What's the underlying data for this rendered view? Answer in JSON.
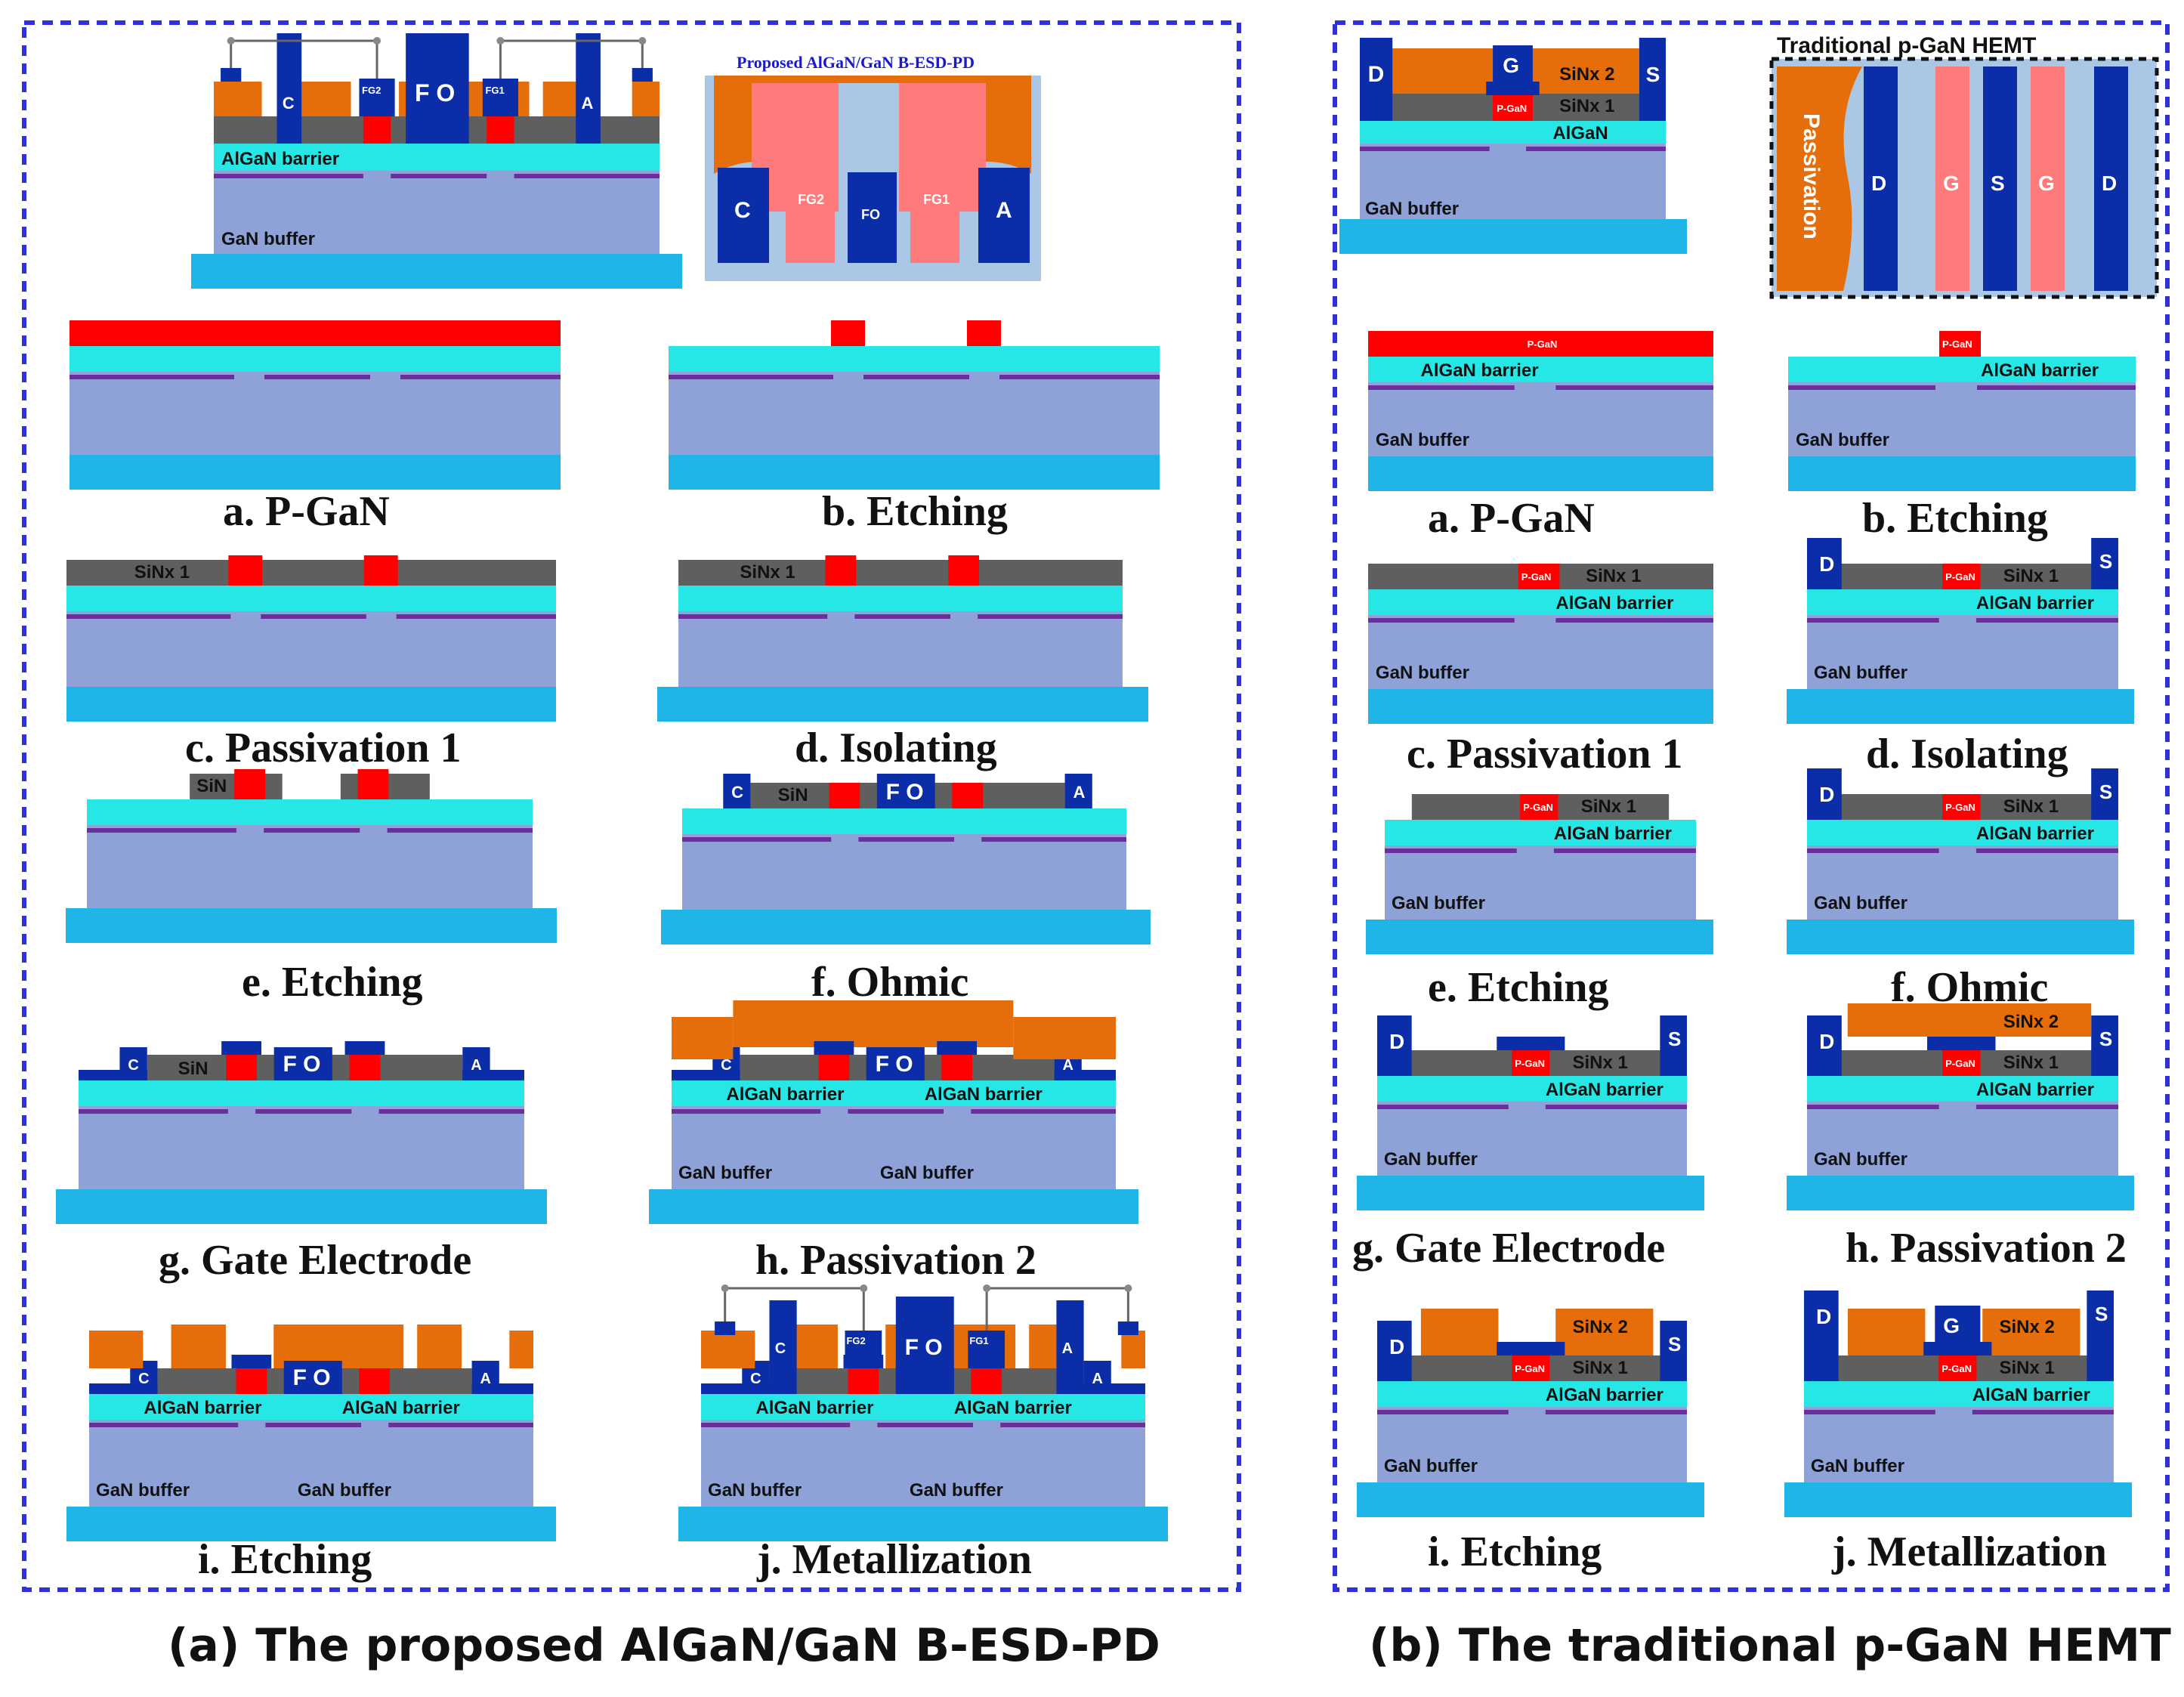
{
  "colors": {
    "substrate": "#1fb5e6",
    "buffer": "#8ea2d8",
    "barrier": "#26e6e6",
    "twodeg": "#6a2f9c",
    "pgan": "#ff0000",
    "sin1": "#5f5f5f",
    "sin2": "#e56e0a",
    "metal": "#0b2ea8",
    "fg_top": "#ff7a7a",
    "topview_bg": "#aac8e6",
    "frame": "#3030dd"
  },
  "proposed": {
    "caption": "(a) The proposed AlGaN/GaN B-ESD-PD",
    "hero": {
      "barrier_label": "AlGaN barrier",
      "buffer_label": "GaN buffer",
      "electrodes": {
        "c": "C",
        "fg2": "FG2",
        "fo": "F O",
        "fg1": "FG1",
        "a": "A"
      }
    },
    "topview": {
      "title": "Proposed AlGaN/GaN B-ESD-PD",
      "c": "C",
      "fg2": "FG2",
      "fo": "FO",
      "fg1": "FG1",
      "a": "A"
    },
    "steps": {
      "a": "a. P-GaN",
      "b": "b. Etching",
      "c": "c. Passivation 1",
      "d": "d. Isolating",
      "e": "e. Etching",
      "f": "f. Ohmic",
      "g": "g. Gate Electrode",
      "h": "h. Passivation 2",
      "i": "i. Etching",
      "j": "j. Metallization"
    },
    "labels": {
      "sinx1": "SiNx 1",
      "sinx_short": "SiN",
      "barrier": "AlGaN barrier",
      "buffer": "GaN buffer",
      "c": "C",
      "a": "A",
      "fo": "F O",
      "fg1": "FG1",
      "fg2": "FG2"
    }
  },
  "traditional": {
    "caption": "(b) The traditional p-GaN HEMT",
    "hero": {
      "d": "D",
      "g": "G",
      "s": "S",
      "sinx2": "SiNx 2",
      "sinx1": "SiNx 1",
      "pgan": "P-GaN",
      "algan": "AlGaN",
      "buffer": "GaN buffer"
    },
    "topview": {
      "title": "Traditional p-GaN HEMT",
      "passivation": "Passivation",
      "strips": [
        "D",
        "G",
        "S",
        "G",
        "D"
      ]
    },
    "steps": {
      "a": "a. P-GaN",
      "b": "b. Etching",
      "c": "c. Passivation 1",
      "d": "d. Isolating",
      "e": "e. Etching",
      "f": "f. Ohmic",
      "g": "g. Gate Electrode",
      "h": "h. Passivation 2",
      "i": "i. Etching",
      "j": "j. Metallization"
    },
    "labels": {
      "pgan": "P-GaN",
      "barrier": "AlGaN barrier",
      "buffer": "GaN buffer",
      "sinx1": "SiNx 1",
      "sinx2": "SiNx 2",
      "d": "D",
      "s": "S",
      "g": "G"
    }
  }
}
